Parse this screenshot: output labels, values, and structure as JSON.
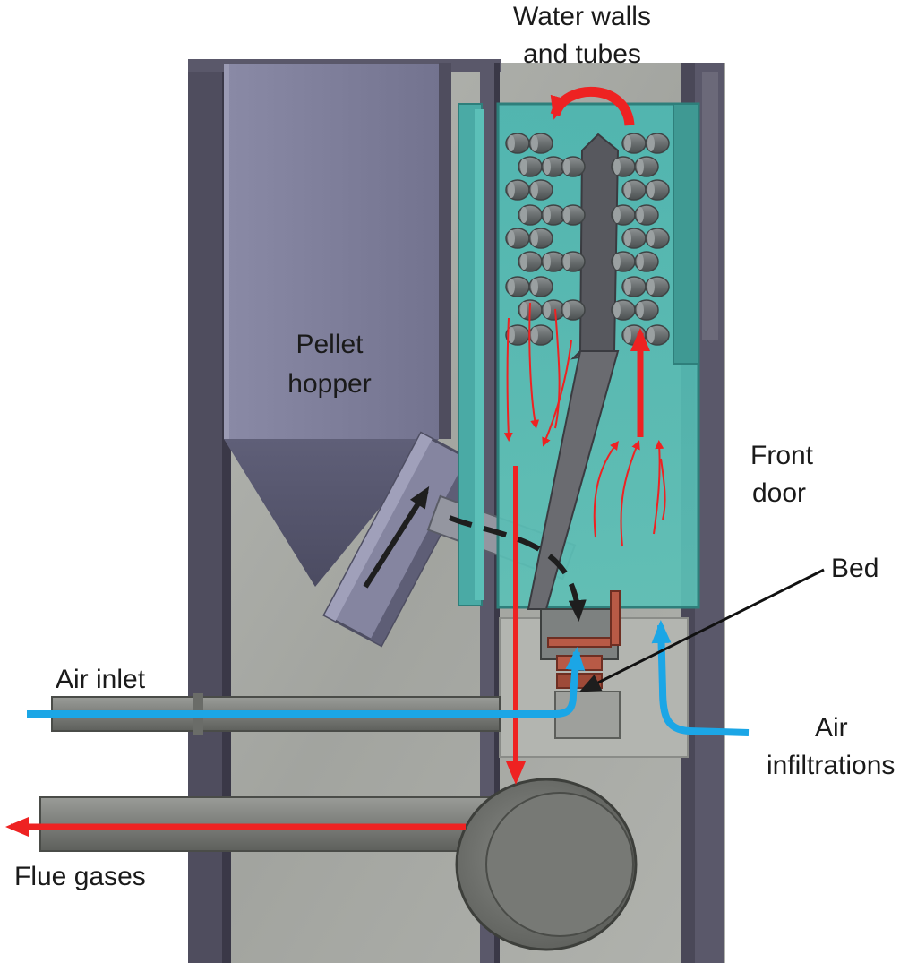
{
  "labels": {
    "water_walls_line1": "Water walls",
    "water_walls_line2": "and tubes",
    "pellet_hopper_line1": "Pellet",
    "pellet_hopper_line2": "hopper",
    "front_door_line1": "Front",
    "front_door_line2": "door",
    "bed": "Bed",
    "air_inlet": "Air inlet",
    "air_infiltrations_line1": "Air",
    "air_infiltrations_line2": "infiltrations",
    "flue_gases": "Flue gases"
  },
  "colors": {
    "casing": "#4f4d5e",
    "casing_dark": "#3a3847",
    "hopper": "#7f7f9c",
    "hopper_dark": "#5a5a72",
    "panel_bg": "#a8aaa6",
    "water_wall": "#4fb0aa",
    "tubes": "#6f7475",
    "flow_hot": "#ee2222",
    "flow_air": "#1ba6e6",
    "fuel_path": "#1e1e1e",
    "bed": "#b85a46",
    "duct": "#8c8e8a",
    "leader": "#111111"
  }
}
